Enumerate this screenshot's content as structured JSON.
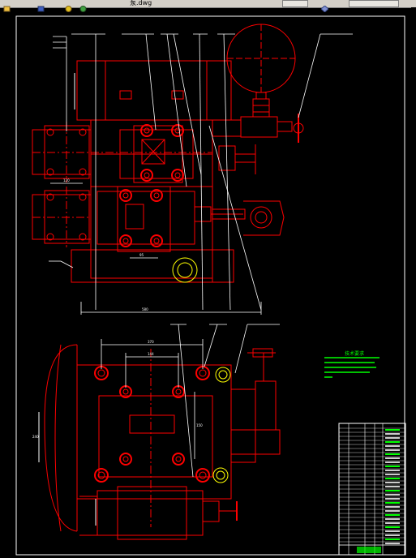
{
  "app": {
    "window_title": "泵.dwg"
  },
  "toolbar": {
    "icons": [
      "open-icon",
      "save-icon",
      "print-icon",
      "layer-icon",
      "zoom-icon"
    ]
  },
  "drawing": {
    "background": "#000000",
    "line_color": "#ff0000",
    "frame_color": "#ffffff",
    "dimension_color": "#ffffff",
    "notes_color": "#00ff00",
    "notes_title": "技术要求",
    "dimensions": {
      "top_width": "580",
      "bolt_pitch": "95",
      "small_span": "120",
      "bottom_width": "370",
      "inner_width": "144",
      "side_height": "150",
      "left_height": "240"
    }
  }
}
